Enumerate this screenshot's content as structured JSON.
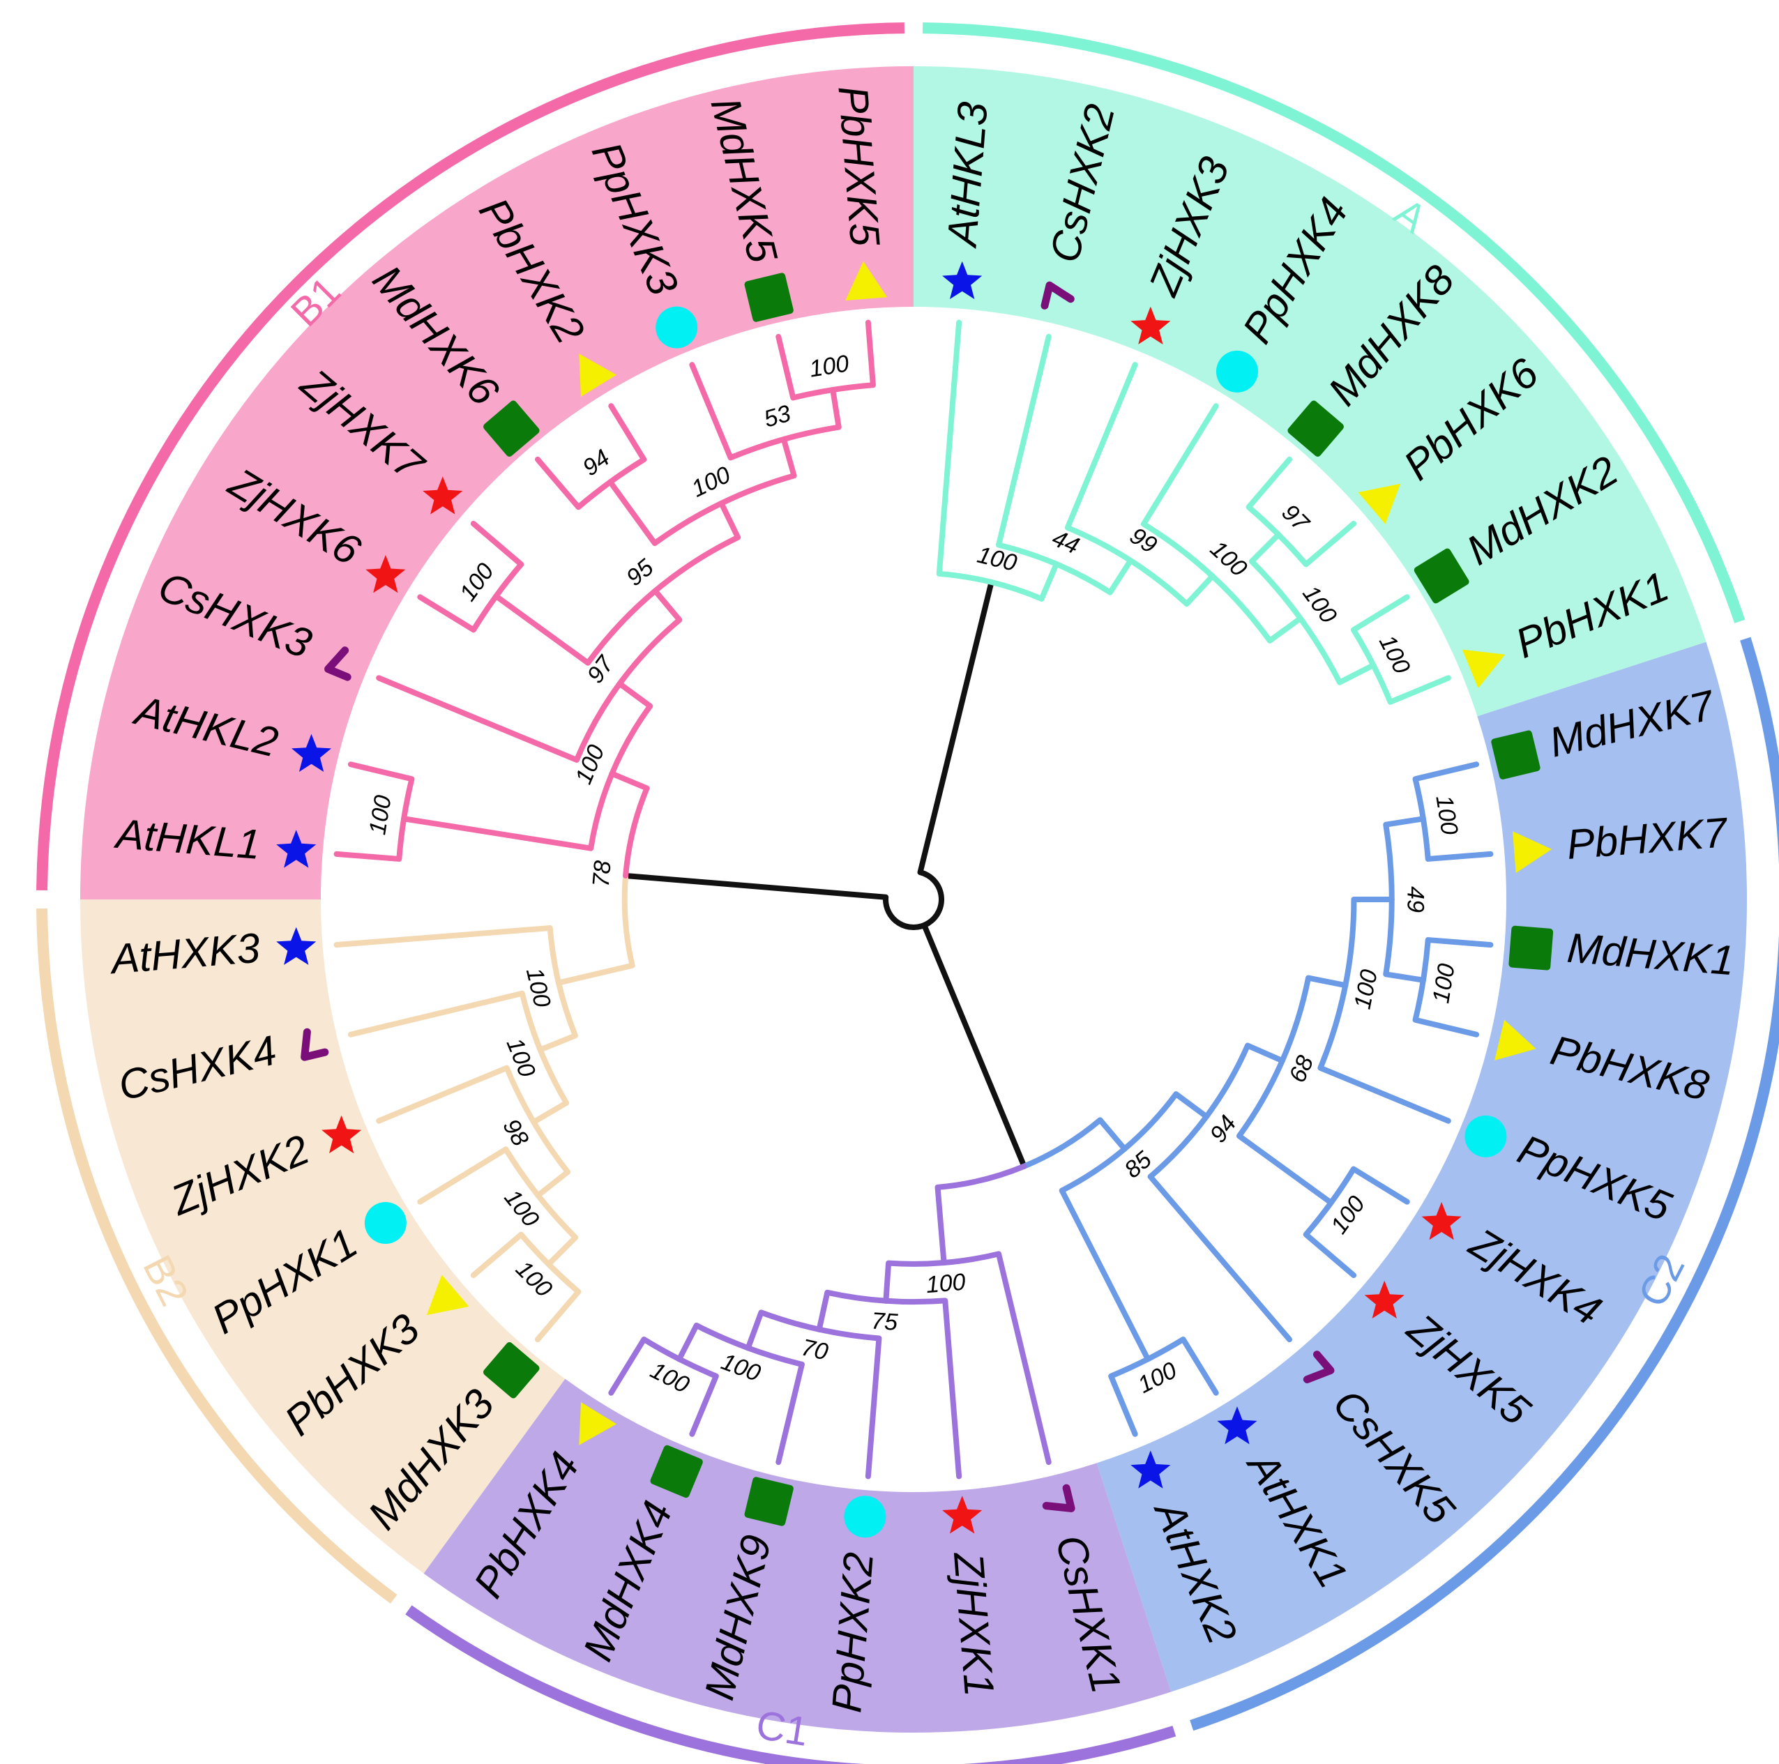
{
  "figure": {
    "clades": [
      {
        "id": "A",
        "label": "A",
        "color": "#7ff4d4",
        "bg": "#b2f7e3"
      },
      {
        "id": "B1",
        "label": "B1",
        "color": "#f46aa9",
        "bg": "#f9a6cb"
      },
      {
        "id": "B2",
        "label": "B2",
        "color": "#f3d8b2",
        "bg": "#f8e8d3"
      },
      {
        "id": "C1",
        "label": "C1",
        "color": "#9c72dc",
        "bg": "#bea8e8"
      },
      {
        "id": "C2",
        "label": "C2",
        "color": "#6b9ae6",
        "bg": "#a4bff0"
      }
    ],
    "species_markers": {
      "At": {
        "shape": "star",
        "color": "#0a14e6"
      },
      "Cs": {
        "shape": "chevron",
        "color": "#7a0f7a"
      },
      "Zj": {
        "shape": "star",
        "color": "#f01414"
      },
      "Pp": {
        "shape": "circle",
        "color": "#00f0f4"
      },
      "Md": {
        "shape": "square",
        "color": "#0a7a0a"
      },
      "Pb": {
        "shape": "triangle",
        "color": "#f4f000"
      }
    },
    "leaves": [
      {
        "name": "AtHKL3",
        "clade": "A"
      },
      {
        "name": "CsHXK2",
        "clade": "A"
      },
      {
        "name": "ZjHXK3",
        "clade": "A"
      },
      {
        "name": "PpHXK4",
        "clade": "A"
      },
      {
        "name": "MdHXK8",
        "clade": "A"
      },
      {
        "name": "PbHXK6",
        "clade": "A"
      },
      {
        "name": "MdHXK2",
        "clade": "A"
      },
      {
        "name": "PbHXK1",
        "clade": "A"
      },
      {
        "name": "MdHXK7",
        "clade": "C2"
      },
      {
        "name": "PbHXK7",
        "clade": "C2"
      },
      {
        "name": "MdHXK1",
        "clade": "C2"
      },
      {
        "name": "PbHXK8",
        "clade": "C2"
      },
      {
        "name": "PpHXK5",
        "clade": "C2"
      },
      {
        "name": "ZjHXK4",
        "clade": "C2"
      },
      {
        "name": "ZjHXK5",
        "clade": "C2"
      },
      {
        "name": "CsHXK5",
        "clade": "C2"
      },
      {
        "name": "AtHXK1",
        "clade": "C2"
      },
      {
        "name": "AtHXK2",
        "clade": "C2"
      },
      {
        "name": "CsHXK1",
        "clade": "C1"
      },
      {
        "name": "ZjHXK1",
        "clade": "C1"
      },
      {
        "name": "PpHXK2",
        "clade": "C1"
      },
      {
        "name": "MdHXK9",
        "clade": "C1"
      },
      {
        "name": "MdHXK4",
        "clade": "C1"
      },
      {
        "name": "PbHXK4",
        "clade": "C1"
      },
      {
        "name": "MdHXK3",
        "clade": "B2"
      },
      {
        "name": "PbHXK3",
        "clade": "B2"
      },
      {
        "name": "PpHXK1",
        "clade": "B2"
      },
      {
        "name": "ZjHXK2",
        "clade": "B2"
      },
      {
        "name": "CsHXK4",
        "clade": "B2"
      },
      {
        "name": "AtHXK3",
        "clade": "B2"
      },
      {
        "name": "AtHKL1",
        "clade": "B1"
      },
      {
        "name": "AtHKL2",
        "clade": "B1"
      },
      {
        "name": "CsHXK3",
        "clade": "B1"
      },
      {
        "name": "ZjHXK6",
        "clade": "B1"
      },
      {
        "name": "ZjHXK7",
        "clade": "B1"
      },
      {
        "name": "MdHXK6",
        "clade": "B1"
      },
      {
        "name": "PbHXK2",
        "clade": "B1"
      },
      {
        "name": "PpHXK3",
        "clade": "B1"
      },
      {
        "name": "MdHXK5",
        "clade": "B1"
      },
      {
        "name": "PbHXK5",
        "clade": "B1"
      }
    ],
    "tree": {
      "boot": "",
      "children": [
        {
          "clade": "A",
          "boot": "100",
          "children": [
            "AtHKL3",
            {
              "boot": "44",
              "children": [
                "CsHXK2",
                {
                  "boot": "99",
                  "children": [
                    "ZjHXK3",
                    {
                      "boot": "100",
                      "children": [
                        "PpHXK4",
                        {
                          "boot": "100",
                          "children": [
                            {
                              "boot": "97",
                              "children": [
                                "MdHXK8",
                                "PbHXK6"
                              ]
                            },
                            {
                              "boot": "100",
                              "children": [
                                "MdHXK2",
                                "PbHXK1"
                              ]
                            }
                          ]
                        }
                      ]
                    }
                  ]
                }
              ]
            }
          ]
        },
        {
          "clade": "C",
          "boot": "",
          "children": [
            {
              "clade": "C2",
              "boot": "85",
              "children": [
                {
                  "boot": "100",
                  "children": [
                    "AtHXK2",
                    "AtHXK1"
                  ]
                },
                {
                  "boot": "94",
                  "children": [
                    "CsHXK5",
                    {
                      "boot": "68",
                      "children": [
                        {
                          "boot": "100",
                          "children": [
                            "ZjHXK5",
                            "ZjHXK4"
                          ]
                        },
                        {
                          "boot": "100",
                          "children": [
                            "PpHXK5",
                            {
                              "boot": "49",
                              "children": [
                                {
                                  "boot": "100",
                                  "children": [
                                    "PbHXK8",
                                    "MdHXK1"
                                  ]
                                },
                                {
                                  "boot": "100",
                                  "children": [
                                    "PbHXK7",
                                    "MdHXK7"
                                  ]
                                }
                              ]
                            }
                          ]
                        }
                      ]
                    }
                  ]
                }
              ]
            },
            {
              "clade": "C1",
              "boot": "100",
              "children": [
                "CsHXK1",
                {
                  "boot": "75",
                  "children": [
                    "ZjHXK1",
                    {
                      "boot": "70",
                      "children": [
                        "PpHXK2",
                        {
                          "boot": "100",
                          "children": [
                            "MdHXK9",
                            {
                              "boot": "100",
                              "children": [
                                "MdHXK4",
                                "PbHXK4"
                              ]
                            }
                          ]
                        }
                      ]
                    }
                  ]
                }
              ]
            }
          ]
        },
        {
          "clade": "B",
          "boot": "78",
          "children": [
            {
              "clade": "B2",
              "boot": "100",
              "children": [
                "AtHXK3",
                {
                  "boot": "100",
                  "children": [
                    "CsHXK4",
                    {
                      "boot": "98",
                      "children": [
                        "ZjHXK2",
                        {
                          "boot": "100",
                          "children": [
                            "PpHXK1",
                            {
                              "boot": "100",
                              "children": [
                                "PbHXK3",
                                "MdHXK3"
                              ]
                            }
                          ]
                        }
                      ]
                    }
                  ]
                }
              ]
            },
            {
              "clade": "B1",
              "boot": "100",
              "children": [
                {
                  "boot": "100",
                  "children": [
                    "AtHKL1",
                    "AtHKL2"
                  ]
                },
                {
                  "boot": "97",
                  "children": [
                    "CsHXK3",
                    {
                      "boot": "95",
                      "children": [
                        {
                          "boot": "100",
                          "children": [
                            "ZjHXK6",
                            "ZjHXK7"
                          ]
                        },
                        {
                          "boot": "100",
                          "children": [
                            {
                              "boot": "94",
                              "children": [
                                "MdHXK6",
                                "PbHXK2"
                              ]
                            },
                            {
                              "boot": "53",
                              "children": [
                                "PpHXK3",
                                {
                                  "boot": "100",
                                  "children": [
                                    "MdHXK5",
                                    "PbHXK5"
                                  ]
                                }
                              ]
                            }
                          ]
                        }
                      ]
                    }
                  ]
                }
              ]
            }
          ]
        }
      ]
    }
  }
}
